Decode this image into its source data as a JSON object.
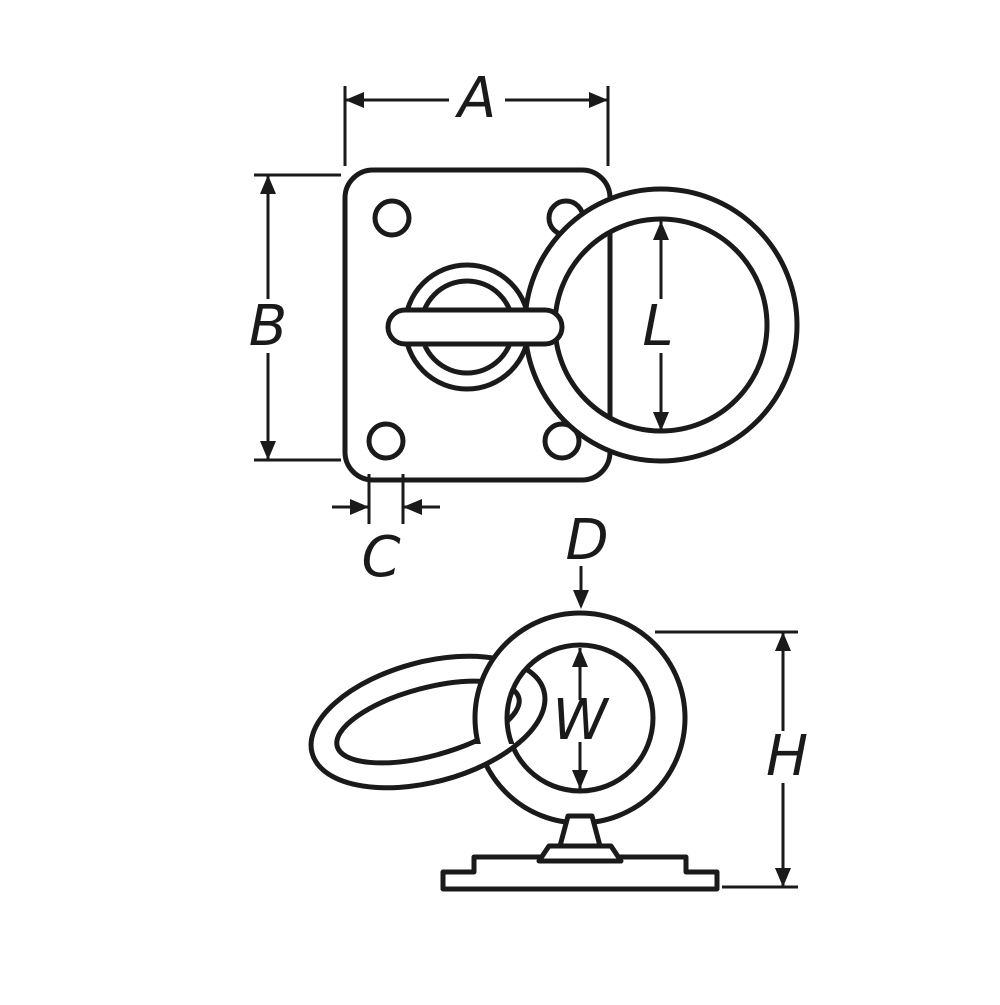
{
  "drawing": {
    "background": "#ffffff",
    "line_color": "#1a1a1a",
    "views": {
      "top_view": {
        "labels": {
          "plate_width": "A",
          "plate_height": "B",
          "hole_diameter": "C",
          "ring_inner_diameter": "L"
        }
      },
      "front_view": {
        "labels": {
          "stock_diameter": "D",
          "ring_inner_width": "W",
          "overall_height": "H"
        }
      }
    }
  }
}
